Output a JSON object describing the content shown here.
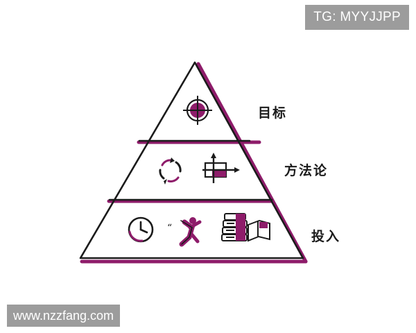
{
  "watermark_top": "TG: MYYJJPP",
  "watermark_bottom": "www.nzzfang.com",
  "levels": [
    {
      "label": "目标",
      "icons": [
        "target-icon"
      ]
    },
    {
      "label": "方法论",
      "icons": [
        "cycle-arrows-icon",
        "cross-arrow-icon"
      ]
    },
    {
      "label": "投入",
      "icons": [
        "clock-icon",
        "person-icon",
        "books-icon"
      ]
    }
  ],
  "colors": {
    "accent": "#8e1c6a",
    "ink": "#1b1b1b",
    "watermark_bg": "#9c9c9c"
  }
}
